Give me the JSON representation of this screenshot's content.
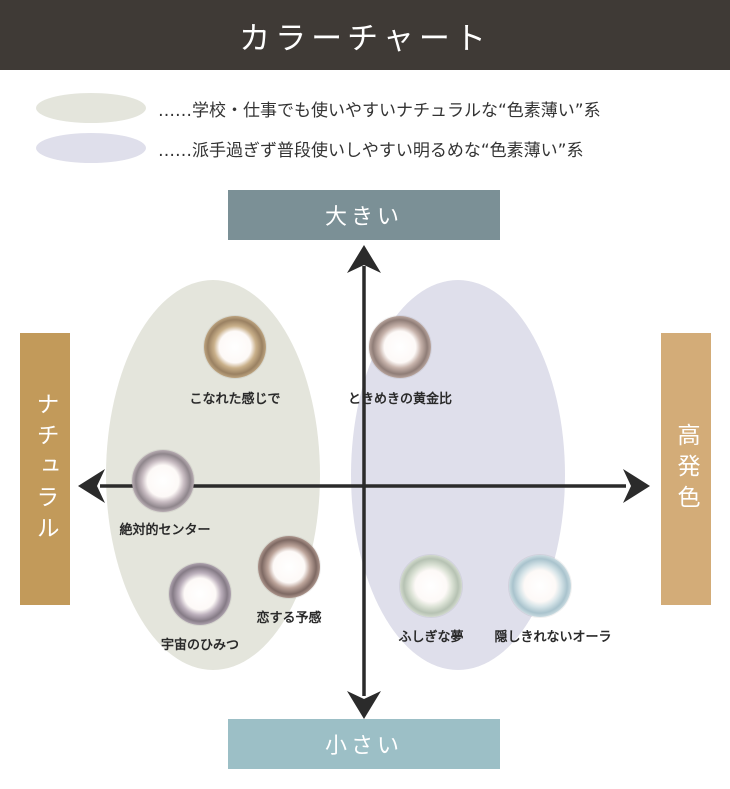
{
  "header": {
    "title": "カラーチャート"
  },
  "legend": [
    {
      "text": "……学校・仕事でも使いやすいナチュラルな“色素薄い”系",
      "color": "#e4e5dc"
    },
    {
      "text": "……派手過ぎず普段使いしやすい明るめな“色素薄い”系",
      "color": "#dfdfeb"
    }
  ],
  "axes": {
    "top": "大きい",
    "bottom": "小さい",
    "left": "ナチュラル",
    "right": "高発色"
  },
  "lenses": [
    {
      "name": "こなれた感じで",
      "ring": "#9a8162",
      "accent": "#c9b08a"
    },
    {
      "name": "ときめきの黄金比",
      "ring": "#8f7d77",
      "accent": "#c7b3ab"
    },
    {
      "name": "絶対的センター",
      "ring": "#8f868c",
      "accent": "#c8bcc2"
    },
    {
      "name": "恋する予感",
      "ring": "#7e6963",
      "accent": "#bda59b"
    },
    {
      "name": "宇宙のひみつ",
      "ring": "#857b86",
      "accent": "#bdb1bd"
    },
    {
      "name": "ふしぎな夢",
      "ring": "#b6c2b3",
      "accent": "#dbe2d5"
    },
    {
      "name": "隠しきれないオーラ",
      "ring": "#a9c3cd",
      "accent": "#d6e4e8"
    }
  ]
}
